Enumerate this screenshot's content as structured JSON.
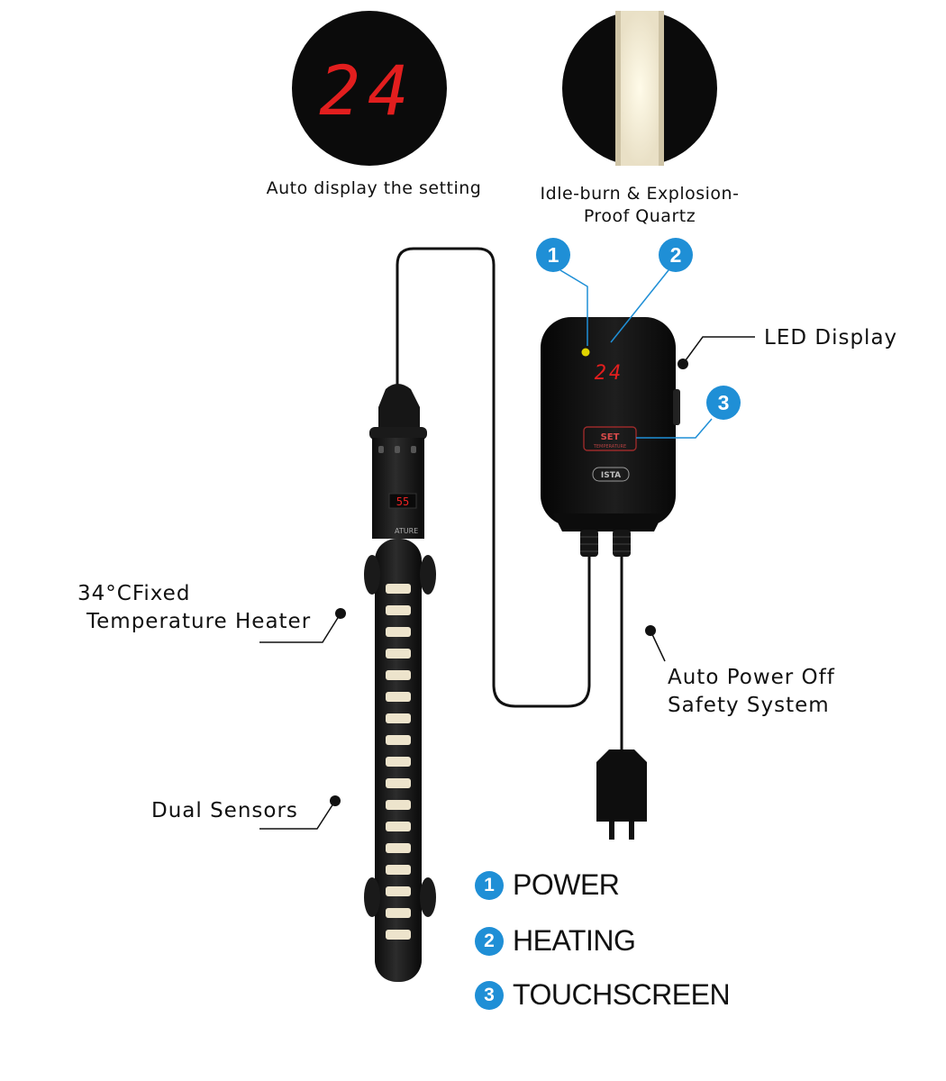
{
  "display_callout": {
    "display_value": "24",
    "caption": "Auto display the setting"
  },
  "quartz_callout": {
    "caption_line1": "Idle-burn & Explosion-",
    "caption_line2": "Proof Quartz"
  },
  "controller": {
    "display_value": "24",
    "set_label": "SET",
    "set_sublabel": "TEMPERATURE",
    "brand": "ISTA"
  },
  "markers": [
    {
      "number": "1"
    },
    {
      "number": "2"
    },
    {
      "number": "3"
    }
  ],
  "labels": {
    "led_display": "LED Display",
    "auto_power_off_line1": "Auto Power Off",
    "auto_power_off_line2": "Safety System",
    "fixed_heater_line1": "34°CFixed",
    "fixed_heater_line2": "Temperature Heater",
    "dual_sensors": "Dual Sensors"
  },
  "heater": {
    "mini_display": "55",
    "side_text": "ATURE"
  },
  "legend": [
    {
      "number": "1",
      "label": "POWER"
    },
    {
      "number": "2",
      "label": "HEATING"
    },
    {
      "number": "3",
      "label": "TOUCHSCREEN"
    }
  ],
  "colors": {
    "marker_blue": "#1f8fd6",
    "led_red": "#e82020",
    "device_black": "#141414",
    "power_led_yellow": "#e0d400"
  }
}
